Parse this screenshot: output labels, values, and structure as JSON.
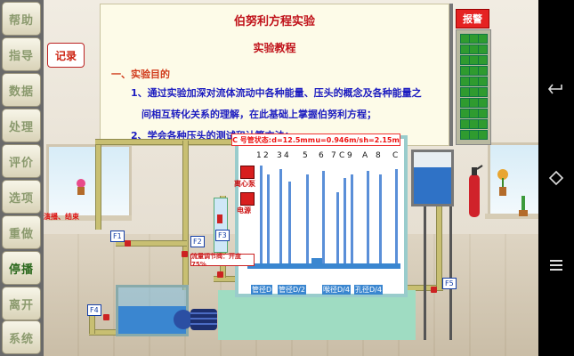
{
  "sidebar": {
    "items": [
      {
        "label": "帮助"
      },
      {
        "label": "指导"
      },
      {
        "label": "数据"
      },
      {
        "label": "处理"
      },
      {
        "label": "评价"
      },
      {
        "label": "选项"
      },
      {
        "label": "重做"
      },
      {
        "label": "停播"
      },
      {
        "label": "离开"
      },
      {
        "label": "系统"
      }
    ]
  },
  "record_button": "记录",
  "alarm_button": "报警",
  "document": {
    "title": "伯努利方程实验",
    "subtitle": "实验教程",
    "section1": "一、实验目的",
    "item1_line1": "1、通过实验加深对流体流动中各种能量、压头的概念及各种能量之",
    "item1_line2": "间相互转化关系的理解，在此基础上掌握伯努利方程；",
    "item2": "2、学会各种压头的测试和计算方法；"
  },
  "apparatus": {
    "status_label": "C 号管状态:",
    "status_d": "d=12.5mm",
    "status_u": "u=0.946m/s",
    "status_h": "h=2.15m",
    "tube_numbers": [
      "1",
      "2",
      "3",
      "4",
      "5",
      "6",
      "7",
      "C",
      "9",
      "A",
      "8",
      "C"
    ],
    "buttons": {
      "pump": "离心泵",
      "power": "电源"
    },
    "bottom_labels": [
      "管径D",
      "管径D/2",
      "喉径D/4",
      "孔径D/4"
    ],
    "flow_label": "流量调节阀：开度75%",
    "stop_label": "演播、结束",
    "valves": [
      "F1",
      "F2",
      "F3",
      "F4",
      "F5"
    ]
  },
  "system_bar": {
    "icons": [
      "back-icon",
      "home-icon",
      "menu-icon"
    ]
  }
}
